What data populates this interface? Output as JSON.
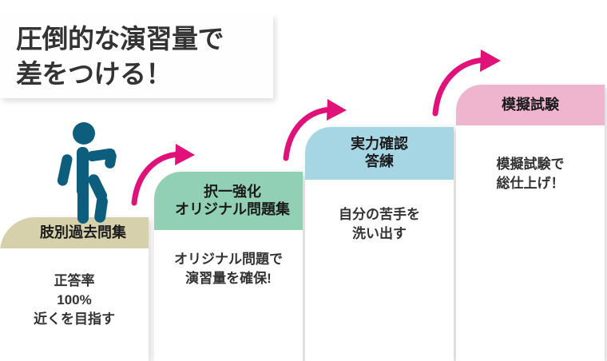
{
  "title": {
    "text": "圧倒的な演習量で\n差をつける！"
  },
  "icons": {
    "person": "walking-person-icon",
    "arrow": "curved-arrow-icon"
  },
  "colors": {
    "step1_header": "#d6d1ab",
    "step2_header": "#92d0b5",
    "step3_header": "#a6d6e4",
    "step4_header": "#efb4ce",
    "arrow": "#e0127a",
    "person": "#0d5e7c",
    "title_text": "#333333",
    "background": "#ffffff"
  },
  "steps": [
    {
      "header": "肢別過去問集",
      "body": "正答率\n100%\n近くを目指す"
    },
    {
      "header": "択一強化\nオリジナル問題集",
      "body": "オリジナル問題で\n演習量を確保!"
    },
    {
      "header": "実力確認\n答練",
      "body": "自分の苦手を\n洗い出す"
    },
    {
      "header": "模擬試験",
      "body": "模擬試験で\n総仕上げ！"
    }
  ]
}
